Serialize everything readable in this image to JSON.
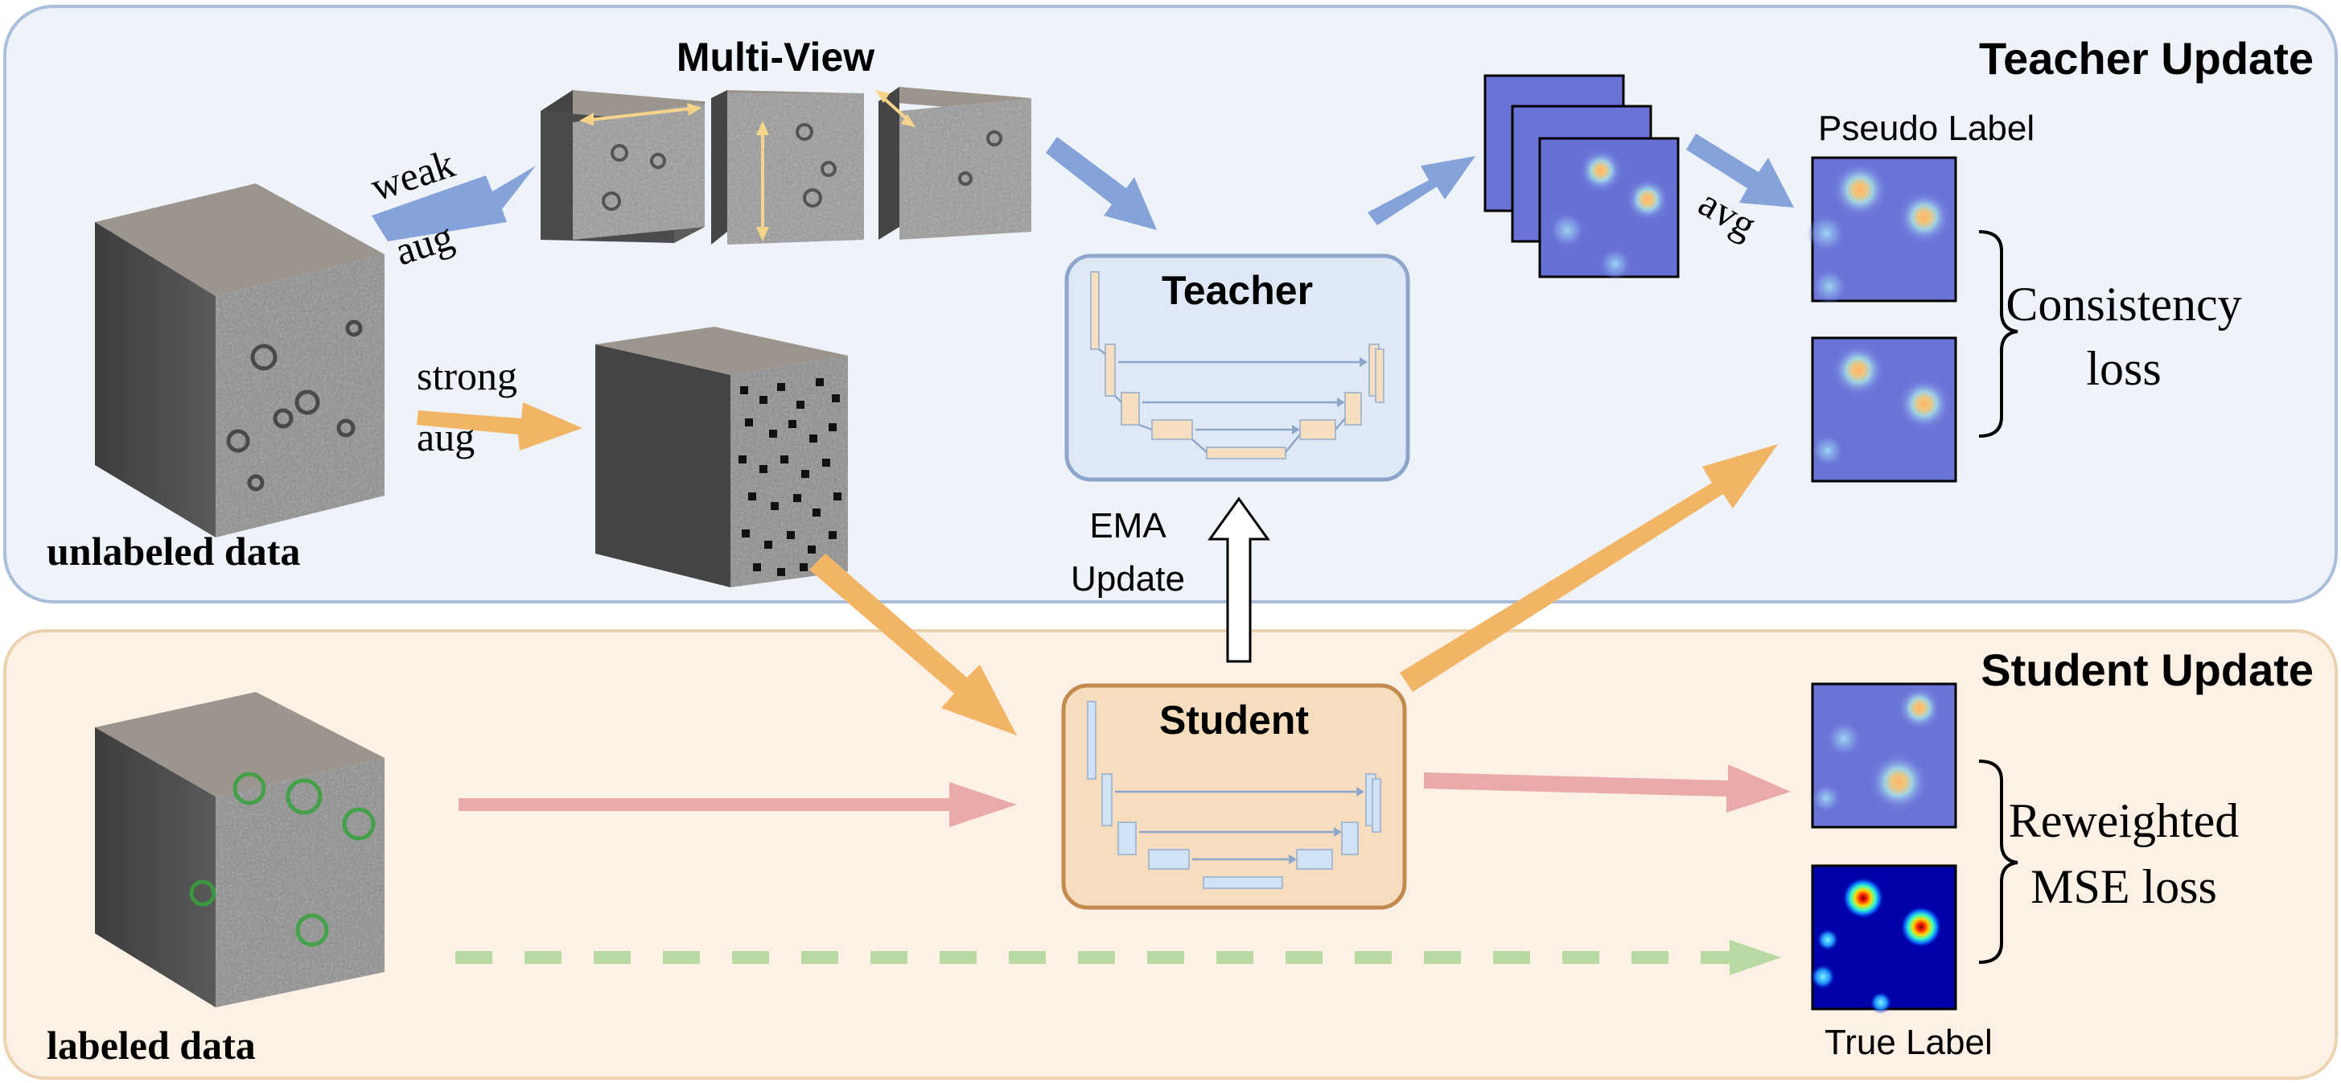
{
  "panels": {
    "teacher_update": "Teacher Update",
    "student_update": "Student Update"
  },
  "inputs": {
    "unlabeled": "unlabeled data",
    "labeled": "labeled data"
  },
  "augment": {
    "weak_line1": "weak",
    "weak_line2": "aug",
    "strong_line1": "strong",
    "strong_line2": "aug"
  },
  "multi_view": "Multi-View",
  "models": {
    "teacher": "Teacher",
    "student": "Student"
  },
  "ema": {
    "line1": "EMA",
    "line2": "Update"
  },
  "outputs": {
    "avg": "avg",
    "pseudo_label": "Pseudo Label",
    "true_label": "True Label"
  },
  "losses": {
    "consistency_line1": "Consistency",
    "consistency_line2": "loss",
    "reweighted_line1": "Reweighted",
    "reweighted_line2": "MSE loss"
  },
  "colors": {
    "teacher_panel_bg": "#eef3fa",
    "teacher_panel_border": "#a9bedb",
    "student_panel_bg": "#fdf1e6",
    "student_panel_border": "#ecd2ae",
    "weak_arrow": "#86a3d9",
    "strong_arrow": "#f2b566",
    "supervised_arrow": "#e9aaa9",
    "label_arrow": "#b9d9a2",
    "teacher_box": "#dfe9f6",
    "student_box": "#f6ddbd"
  }
}
